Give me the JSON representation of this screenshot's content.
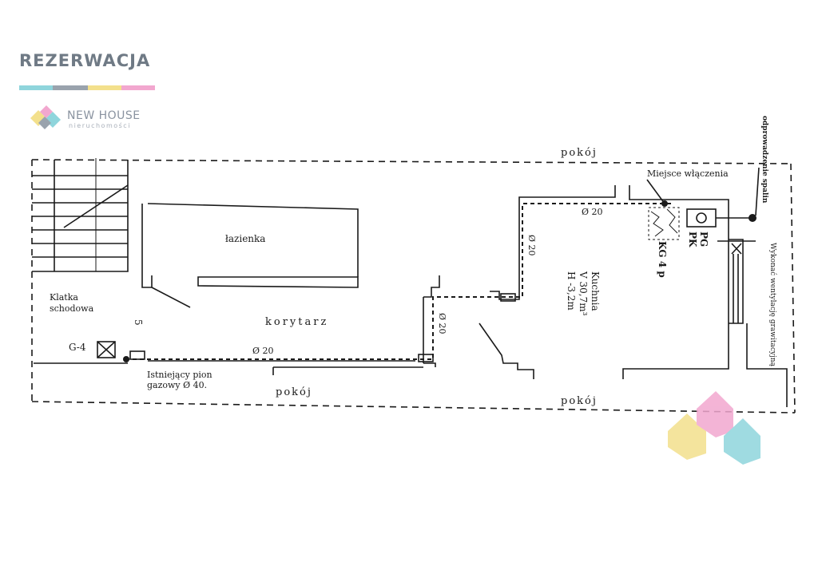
{
  "brand": {
    "title": "REZERWACJA",
    "logo_name": "NEW HOUSE",
    "logo_sub": "nieruchomości",
    "colors": {
      "blue": "#8fd5dc",
      "gray": "#9aa3ad",
      "yellow": "#f3e08c",
      "pink": "#f2a7cf"
    }
  },
  "plan": {
    "rooms": {
      "pokoj_top": "pokój",
      "pokoj_bottom_left": "pokój",
      "pokoj_bottom_right": "pokój",
      "lazienka": "łazienka",
      "korytarz": "korytarz",
      "klatka_line1": "Klatka",
      "klatka_line2": "schodowa",
      "kuchnia_line1": "Kuchnia",
      "kuchnia_line2": "V 30,7m³",
      "kuchnia_line3": "H -3,2m"
    },
    "labels": {
      "miejsce": "Miejsce włączenia",
      "odprowadzenie": "odprowadzenie spalin",
      "wykonac": "Wykonać wentylację grawitacyjną",
      "pg": "PG",
      "pk": "PK",
      "kg4p": "KG 4 p",
      "g4": "G-4",
      "five": "5",
      "pion_line1": "Istniejący pion",
      "pion_line2": "gazowy Ø  40.",
      "d20_corridor": "Ø 20",
      "d20_kitchen": "Ø 20",
      "d20_vertical": "Ø 20",
      "d20_bottom": "Ø 20"
    }
  }
}
